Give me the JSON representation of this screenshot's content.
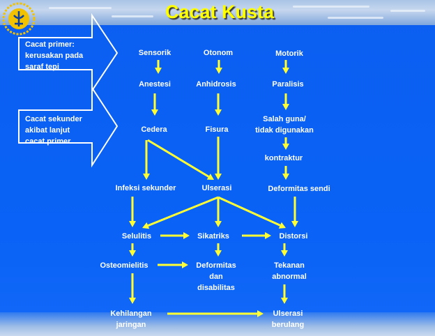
{
  "title": "Cacat Kusta",
  "notes": {
    "primary": [
      "Cacat primer:",
      "kerusakan pada",
      "saraf tepi"
    ],
    "secondary": [
      "Cacat sekunder",
      "akibat lanjut",
      "cacat primer"
    ]
  },
  "nodes": {
    "sensorik": [
      "Sensorik"
    ],
    "otonom": [
      "Otonom"
    ],
    "motorik": [
      "Motorik"
    ],
    "anestesi": [
      "Anestesi"
    ],
    "anhidrosis": [
      "Anhidrosis"
    ],
    "paralisis": [
      "Paralisis"
    ],
    "cedera": [
      "Cedera"
    ],
    "fisura": [
      "Fisura"
    ],
    "salah_guna": [
      "Salah guna/",
      "tidak digunakan"
    ],
    "kontraktur": [
      "kontraktur"
    ],
    "infeksi_sekunder": [
      "Infeksi sekunder"
    ],
    "ulserasi": [
      "Ulserasi"
    ],
    "deformitas_sendi": [
      "Deformitas sendi"
    ],
    "selulitis": [
      "Selulitis"
    ],
    "sikatriks": [
      "Sikatriks"
    ],
    "distorsi": [
      "Distorsi"
    ],
    "osteomielitis": [
      "Osteomielitis"
    ],
    "deformitas_disabilitas": [
      "Deformitas",
      "dan",
      "disabilitas"
    ],
    "tekanan_abnormal": [
      "Tekanan",
      "abnormal"
    ],
    "kehilangan_jaringan": [
      "Kehilangan",
      "jaringan"
    ],
    "ulserasi_berulang": [
      "Ulserasi",
      "berulang"
    ]
  },
  "colors": {
    "background": "#0b5ef0",
    "title": "#ffff00",
    "arrow": "#ffff33",
    "text": "#ffffff"
  }
}
